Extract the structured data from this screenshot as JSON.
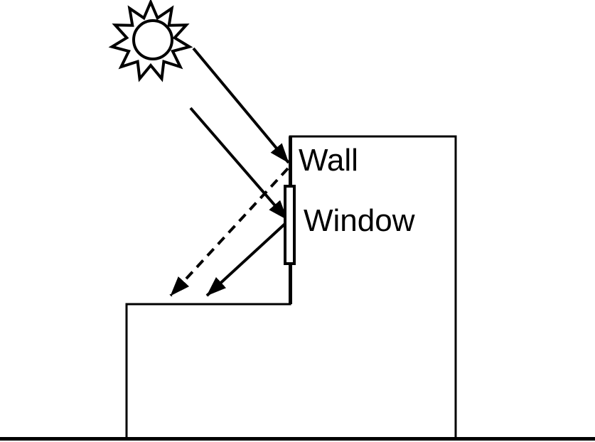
{
  "diagram": {
    "labels": {
      "wall": "Wall",
      "window": "Window"
    },
    "icons": {
      "sun": "sun-icon"
    },
    "colors": {
      "line": "#000000",
      "background": "#ffffff"
    },
    "elements": {
      "incident_rays": 2,
      "reflected_rays": 2,
      "reflected_ray_styles": [
        "dashed",
        "solid"
      ]
    }
  }
}
